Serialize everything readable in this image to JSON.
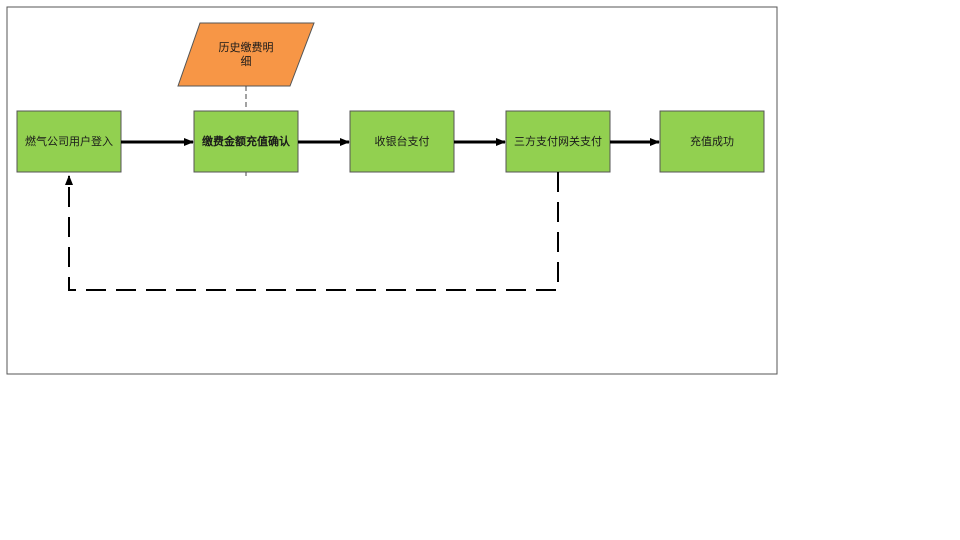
{
  "diagram": {
    "nodes": {
      "login": {
        "label": "燃气公司用户登入",
        "color": "#92d050"
      },
      "confirm": {
        "label": "缴费金额充值确认",
        "color": "#92d050"
      },
      "cashier": {
        "label": "收银台支付",
        "color": "#92d050"
      },
      "gateway": {
        "label": "三方支付网关支付",
        "color": "#92d050"
      },
      "success": {
        "label": "充值成功",
        "color": "#92d050"
      },
      "history": {
        "label_line1": "历史缴费明",
        "label_line2": "细",
        "color": "#f79646"
      }
    },
    "edges": [
      {
        "from": "login",
        "to": "confirm",
        "style": "solid-arrow"
      },
      {
        "from": "confirm",
        "to": "cashier",
        "style": "solid-arrow"
      },
      {
        "from": "cashier",
        "to": "gateway",
        "style": "solid-arrow"
      },
      {
        "from": "gateway",
        "to": "success",
        "style": "solid-arrow"
      },
      {
        "from": "gateway",
        "to": "login",
        "style": "dashed-arrow"
      },
      {
        "from": "history",
        "to": "confirm",
        "style": "dashed-line"
      }
    ]
  }
}
